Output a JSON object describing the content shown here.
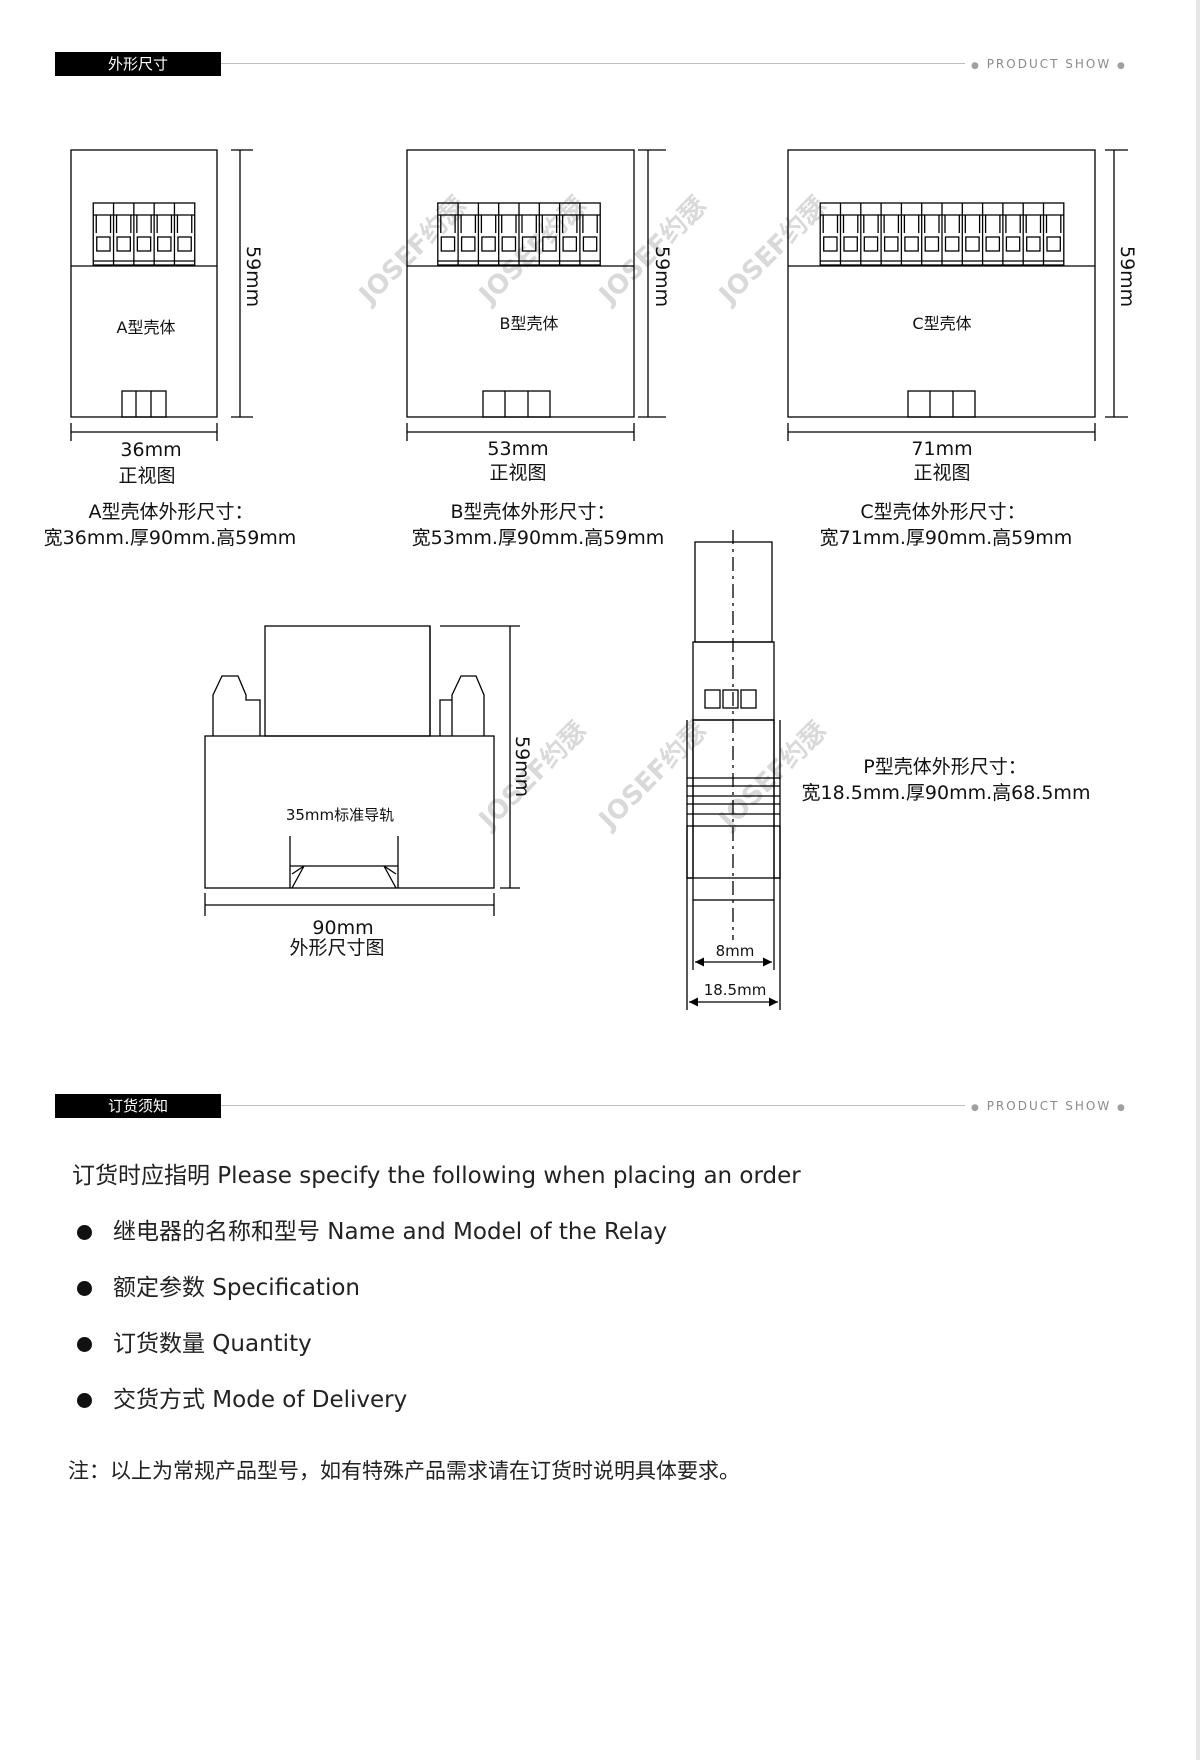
{
  "section1": {
    "tag": "外形尺寸",
    "tagline": "PRODUCT SHOW"
  },
  "section2": {
    "tag": "订货须知",
    "tagline": "PRODUCT SHOW"
  },
  "watermark": "JOSEF约瑟",
  "housings": {
    "a": {
      "label": "A型壳体",
      "width_label": "36mm",
      "height_label": "59mm",
      "view_label": "正视图",
      "title": "A型壳体外形尺寸：",
      "dims": "宽36mm.厚90mm.高59mm",
      "terminals": 5
    },
    "b": {
      "label": "B型壳体",
      "width_label": "53mm",
      "height_label": "59mm",
      "view_label": "正视图",
      "title": "B型壳体外形尺寸：",
      "dims": "宽53mm.厚90mm.高59mm",
      "terminals": 8
    },
    "c": {
      "label": "C型壳体",
      "width_label": "71mm",
      "height_label": "59mm",
      "view_label": "正视图",
      "title": "C型壳体外形尺寸：",
      "dims": "宽71mm.厚90mm.高59mm",
      "terminals": 12
    }
  },
  "side_view": {
    "rail_label": "35mm标准导轨",
    "width_label": "90mm",
    "height_label": "59mm",
    "view_label": "外形尺寸图"
  },
  "p_type": {
    "title": "P型壳体外形尺寸：",
    "dims": "宽18.5mm.厚90mm.高68.5mm",
    "inner_label": "8mm",
    "outer_label": "18.5mm"
  },
  "order": {
    "intro": "订货时应指明  Please specify the following when placing an order",
    "items": [
      "继电器的名称和型号 Name and Model of the Relay",
      "额定参数 Specification",
      "订货数量 Quantity",
      "交货方式 Mode of Delivery"
    ],
    "note": "注：以上为常规产品型号，如有特殊产品需求请在订货时说明具体要求。"
  }
}
